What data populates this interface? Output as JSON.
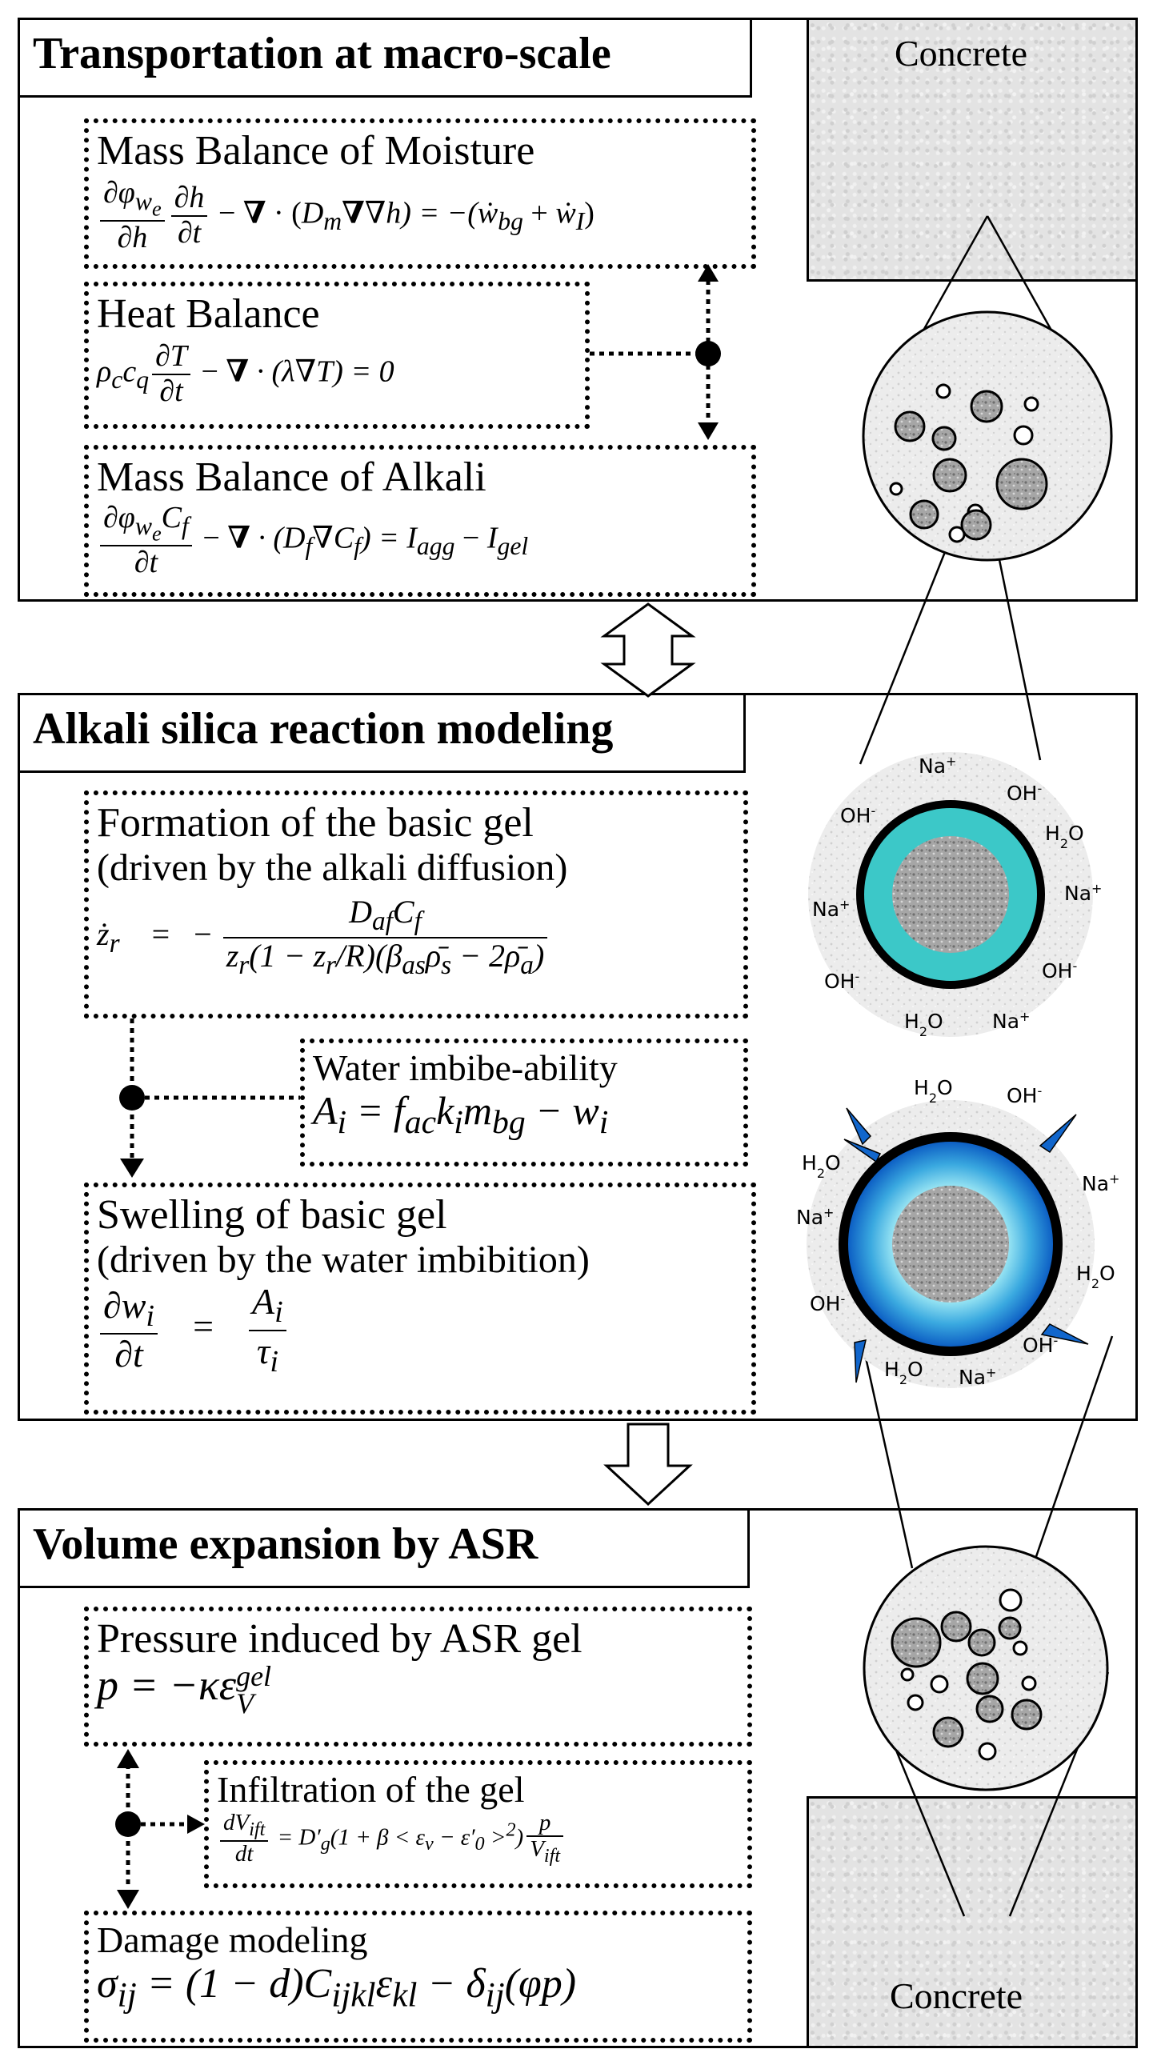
{
  "panels": {
    "macro": {
      "title": "Transportation at macro-scale",
      "moisture": {
        "heading": "Mass  Balance of Moisture",
        "phi": "∂φ",
        "we": "w",
        "wes": "e",
        "h": "∂h",
        "ht": "∂h",
        "t": "∂t",
        "nabla": "∇",
        "dot": " · (",
        "Dm": "D",
        "m": "m",
        "nh": "∇h) = −(",
        "wbg": "ẇ",
        "bg": "bg",
        "plus": " + ",
        "wI": "ẇ",
        "I": "I",
        "close": ")"
      },
      "heat": {
        "heading": "Heat Balance",
        "rho": "ρ",
        "c": "c",
        "cc": "c",
        "q": "q",
        "T": "∂T",
        "t": "∂t",
        "nabla": "∇",
        "rest": " · (λ",
        "nT": "∇T) = 0"
      },
      "alkali": {
        "heading": "Mass  Balance of Alkali",
        "num": "∂φ",
        "we": "w",
        "wes": "e",
        "Cf": "C",
        "f": "f",
        "t": "∂t",
        "nabla": "∇",
        "dot": " · (",
        "Df": "D",
        "f2": "f",
        "nC": "∇C",
        "f3": "f",
        "eqsign": ") = ",
        "Iagg": "I",
        "agg": "agg",
        "minus": " − ",
        "Igel": "I",
        "gel": "gel"
      }
    },
    "asr": {
      "title": "Alkali silica reaction modeling",
      "formation": {
        "heading": "Formation of the basic gel",
        "sub": "(driven by the alkali diffusion)",
        "lhs": "ż",
        "r": "r",
        "eq": "=",
        "neg": "−",
        "num": "D",
        "af": "af",
        "Cf": "C",
        "f": "f",
        "den": "z",
        "dr": "r",
        "den2": "(1 − z",
        "dr2": "r",
        "den3": "/R)(β",
        "as": "as",
        "den4": "ρ̄",
        "s": "s",
        "den5": " − 2ρ̄",
        "a": "a",
        "den6": ")"
      },
      "imbibe": {
        "heading": "Water imbibe-ability",
        "A": "A",
        "i": "i",
        "eq": " = f",
        "ac": "ac",
        "k": "k",
        "ki": "i",
        "m": "m",
        "bg": "bg",
        "minus": " − w",
        "wi": "i"
      },
      "swelling": {
        "heading": "Swelling of basic gel",
        "sub": "(driven by the water imbibition)",
        "num": "∂w",
        "ni": "i",
        "den": "∂t",
        "eq": "=",
        "A": "A",
        "Ai": "i",
        "tau": "τ",
        "ti": "i"
      }
    },
    "volume": {
      "title": "Volume expansion by ASR",
      "pressure": {
        "heading": "Pressure induced by ASR gel",
        "p": "p = −κε",
        "gel": "gel",
        "V": "V"
      },
      "infiltration": {
        "heading": "Infiltration of the gel",
        "dV": "dV",
        "ift": "ift",
        "dt": "dt",
        "eq": " = D′",
        "g": "g",
        "mid": "(1 + β < ε",
        "v": "v",
        "mid2": " − ε′",
        "zero": "0",
        "mid3": " >",
        "two": "2",
        "mid4": ")",
        "p": "p",
        "V": "V",
        "ift2": "ift"
      },
      "damage": {
        "heading": "Damage modeling",
        "s": "σ",
        "ij": "ij",
        "eq": " = (1 − d)C",
        "ijkl": "ijkl",
        "e": "ε",
        "kl": "kl",
        "minus": " − δ",
        "ij2": "ij",
        "end": "(φp)"
      }
    }
  },
  "concrete_top": "Concrete",
  "concrete_bottom": "Concrete",
  "ions": {
    "top": [
      "Na⁺",
      "OH⁻",
      "OH⁻",
      "H₂O",
      "Na⁺",
      "Na⁺",
      "OH⁻",
      "OH⁻",
      "H₂O",
      "Na⁺"
    ],
    "bottom": [
      "H₂O",
      "OH⁻",
      "H₂O",
      "Na⁺",
      "Na⁺",
      "H₂O",
      "OH⁻",
      "OH⁻",
      "H₂O",
      "Na⁺"
    ]
  },
  "colors": {
    "gel_ring": "#3cc8c8",
    "gel_blue": "#1166cc",
    "gel_light": "#7fdcef",
    "aggregate": "#9a9a9a",
    "matrix": "#e6e6e6"
  }
}
